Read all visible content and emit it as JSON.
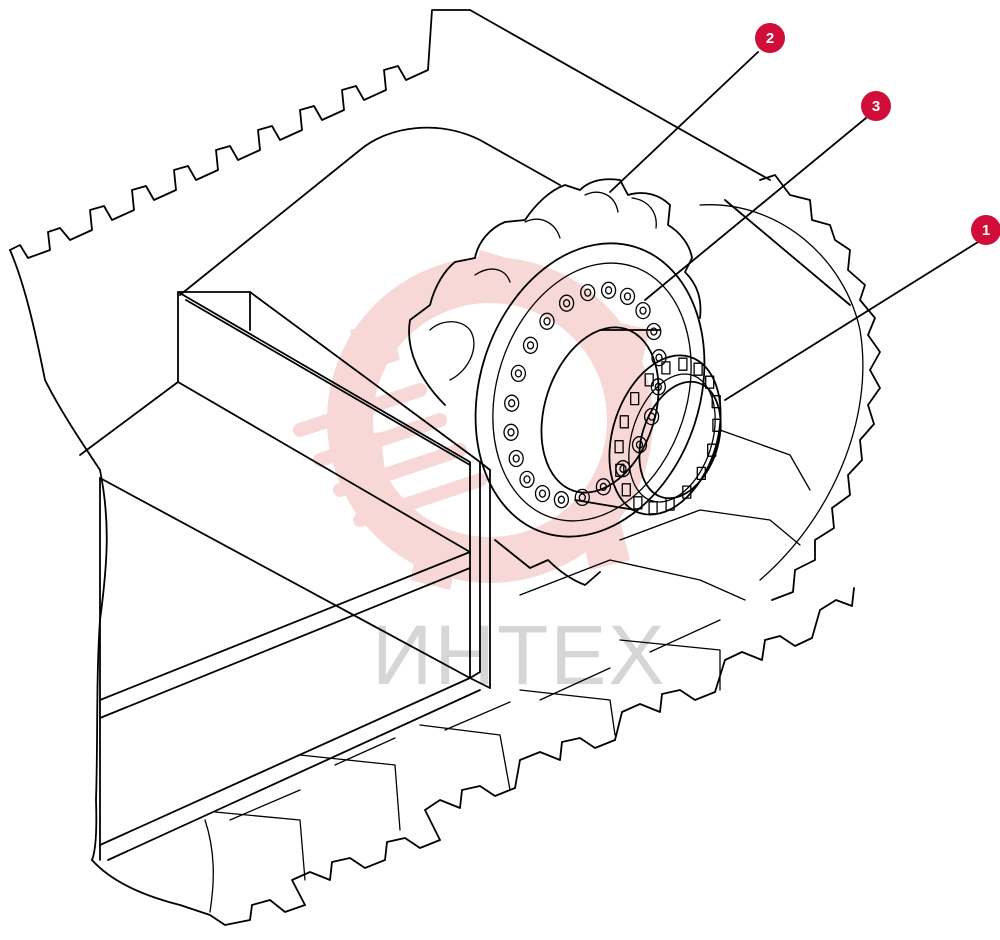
{
  "watermark": {
    "text": "ИНТЕХ",
    "color": "#f3b7b7"
  },
  "callouts": [
    {
      "id": "callout-1",
      "label": "1",
      "color": "#d10d3a"
    },
    {
      "id": "callout-2",
      "label": "2",
      "color": "#d10d3a"
    },
    {
      "id": "callout-3",
      "label": "3",
      "color": "#d10d3a"
    }
  ]
}
